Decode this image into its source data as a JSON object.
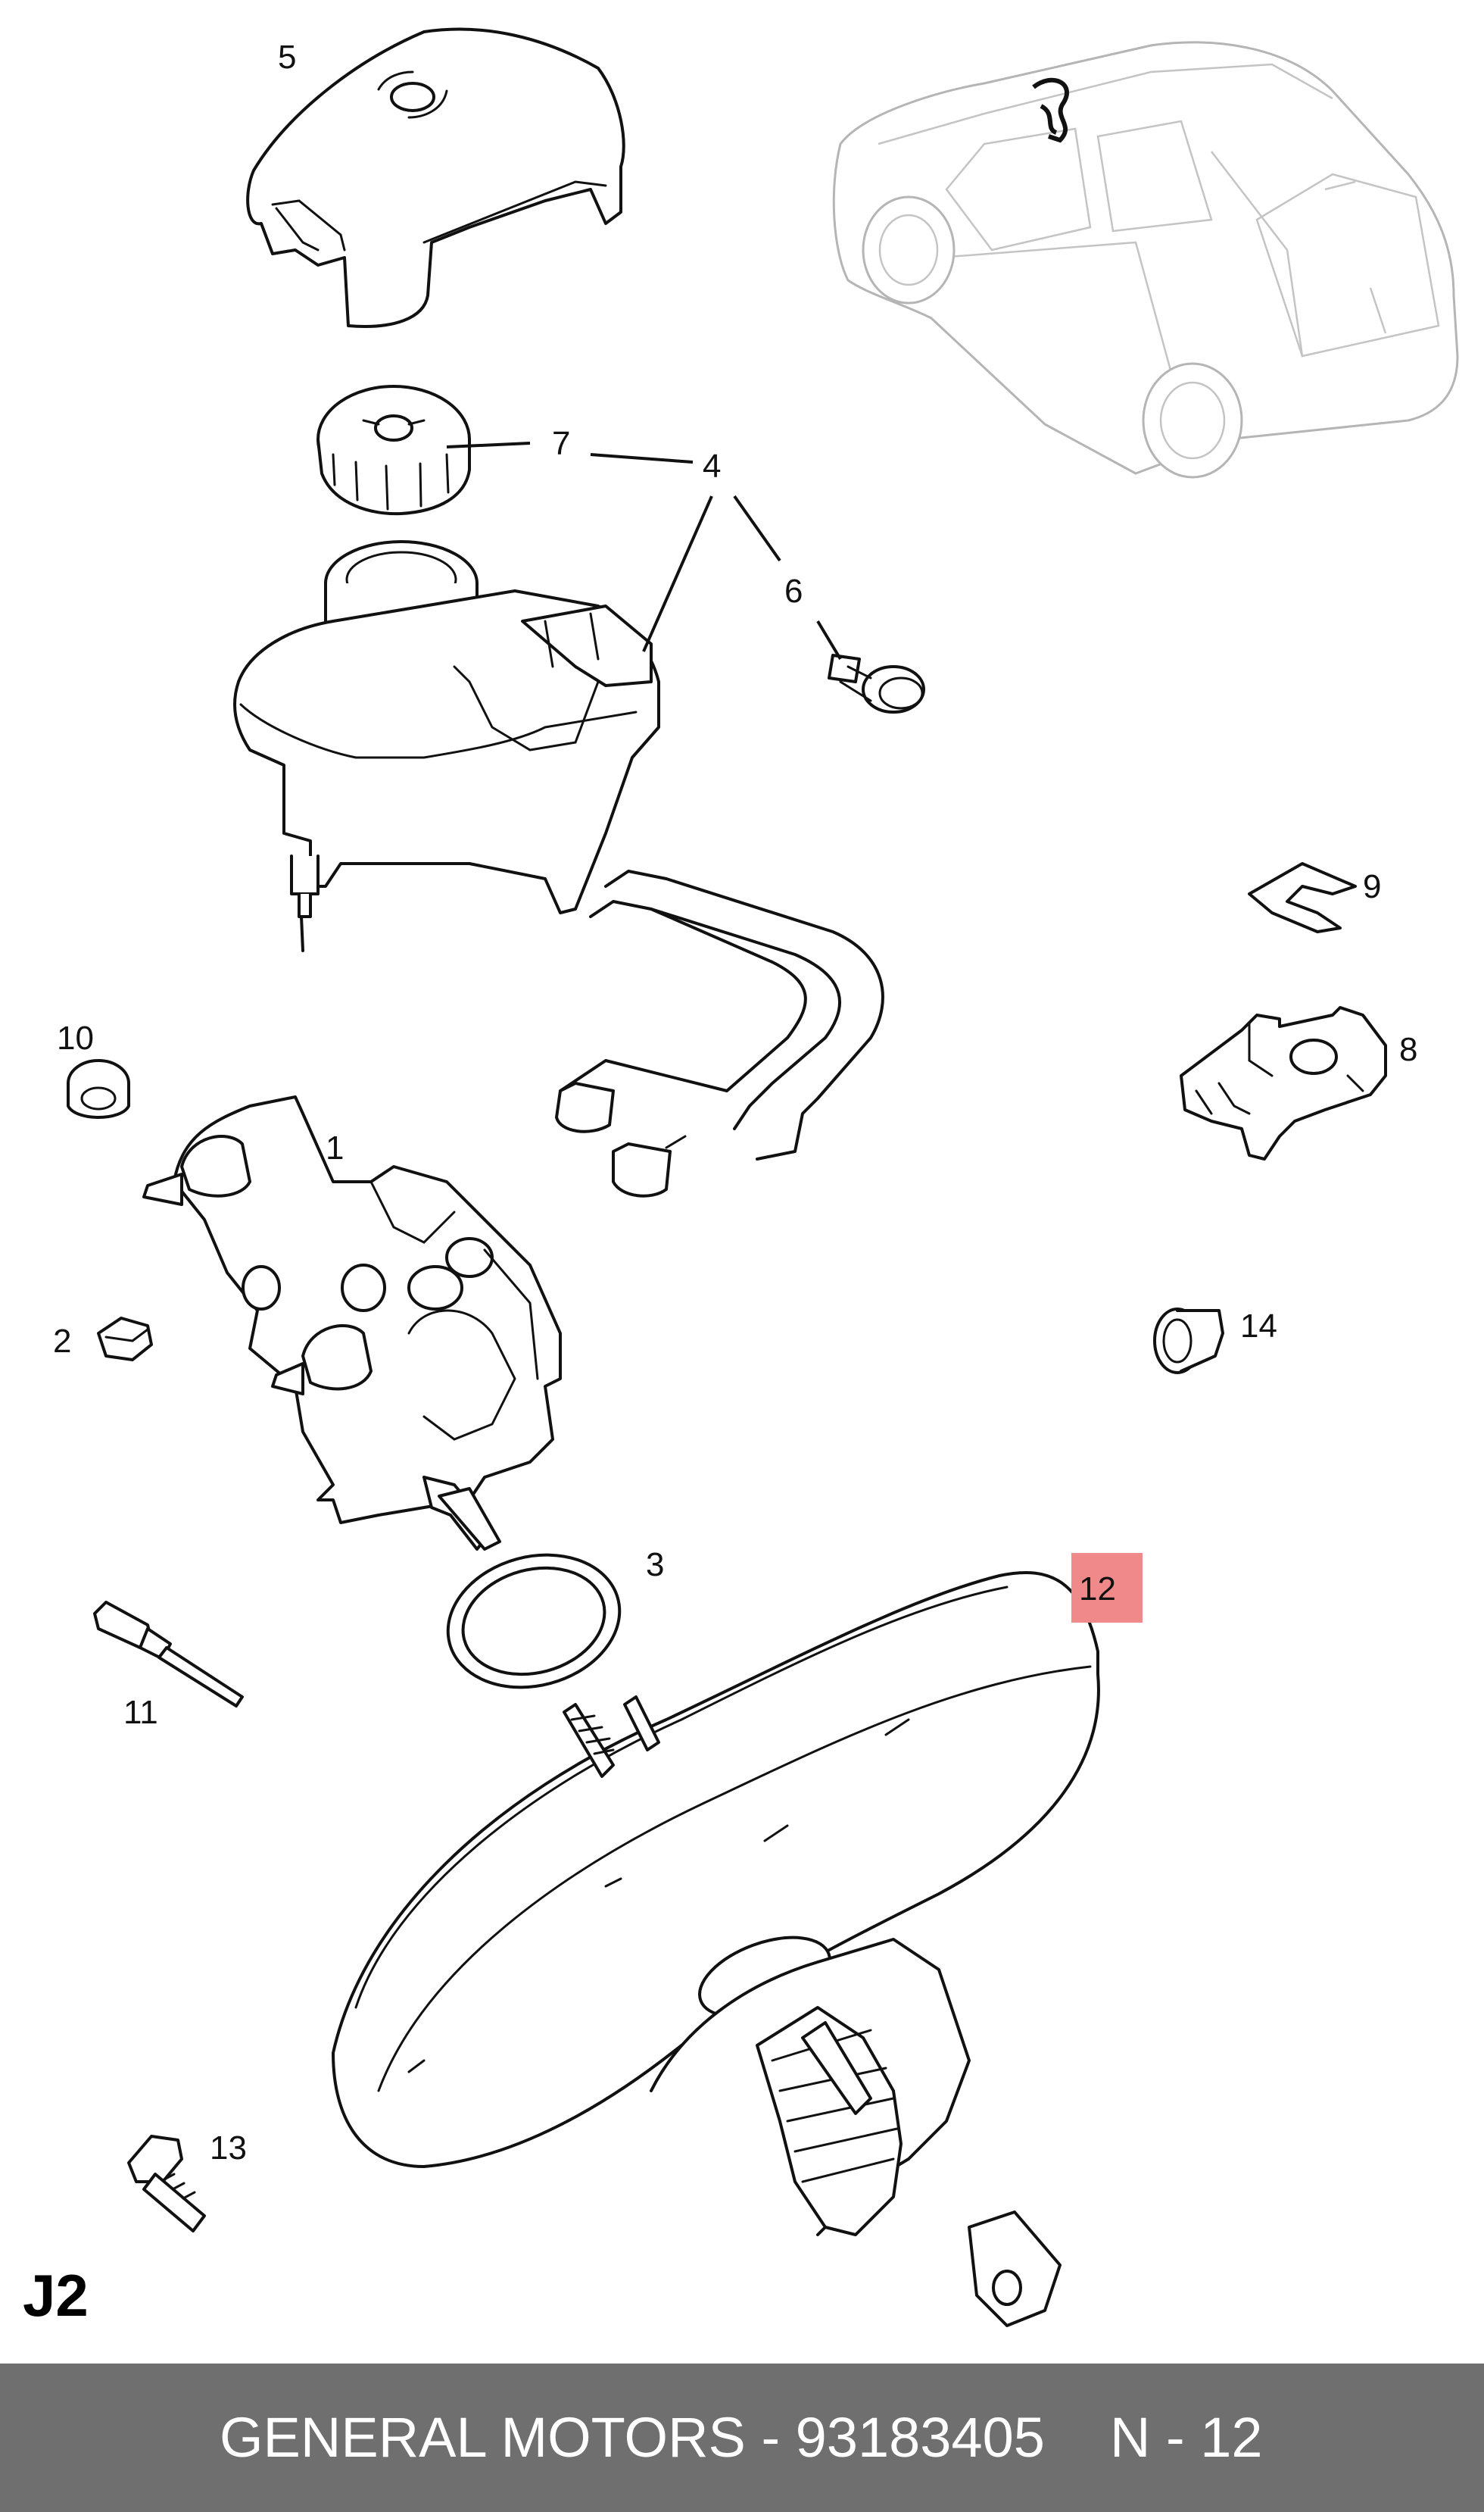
{
  "diagram": {
    "code": "J2",
    "highlight_color": "#f08a8a",
    "highlighted_callout": "12",
    "callouts": {
      "c1": "1",
      "c2": "2",
      "c3": "3",
      "c4": "4",
      "c5": "5",
      "c6": "6",
      "c7": "7",
      "c8": "8",
      "c9": "9",
      "c10": "10",
      "c11": "11",
      "c12": "12",
      "c13": "13",
      "c14": "14"
    }
  },
  "footer": {
    "text": "GENERAL MOTORS - 93183405",
    "page": "N - 12",
    "background": "#6f6f6f"
  }
}
